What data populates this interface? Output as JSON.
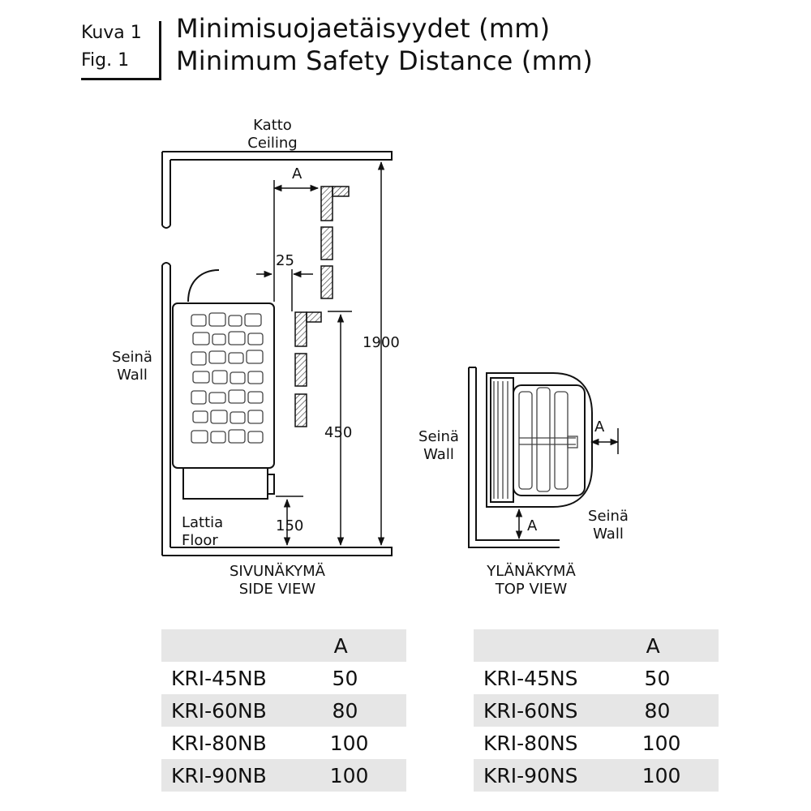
{
  "figure": {
    "label_fi": "Kuva 1",
    "label_en": "Fig. 1",
    "title_fi": "Minimisuojaetäisyydet (mm)",
    "title_en": "Minimum Safety Distance (mm)"
  },
  "side_view": {
    "ceiling_fi": "Katto",
    "ceiling_en": "Ceiling",
    "wall_fi": "Seinä",
    "wall_en": "Wall",
    "floor_fi": "Lattia",
    "floor_en": "Floor",
    "dim_a": "A",
    "dim_25": "25",
    "dim_1900": "1900",
    "dim_450": "450",
    "dim_150": "150",
    "caption_fi": "SIVUNÄKYMÄ",
    "caption_en": "SIDE VIEW"
  },
  "top_view": {
    "wall_left_fi": "Seinä",
    "wall_left_en": "Wall",
    "wall_right_fi": "Seinä",
    "wall_right_en": "Wall",
    "dim_a_right": "A",
    "dim_a_bottom": "A",
    "caption_fi": "YLÄNÄKYMÄ",
    "caption_en": "TOP VIEW"
  },
  "table_nb": {
    "header": "A",
    "rows": [
      {
        "model": "KRI-45NB",
        "a": "50"
      },
      {
        "model": "KRI-60NB",
        "a": "80"
      },
      {
        "model": "KRI-80NB",
        "a": "100"
      },
      {
        "model": "KRI-90NB",
        "a": "100"
      }
    ]
  },
  "table_ns": {
    "header": "A",
    "rows": [
      {
        "model": "KRI-45NS",
        "a": "50"
      },
      {
        "model": "KRI-60NS",
        "a": "80"
      },
      {
        "model": "KRI-80NS",
        "a": "100"
      },
      {
        "model": "KRI-90NS",
        "a": "100"
      }
    ]
  }
}
